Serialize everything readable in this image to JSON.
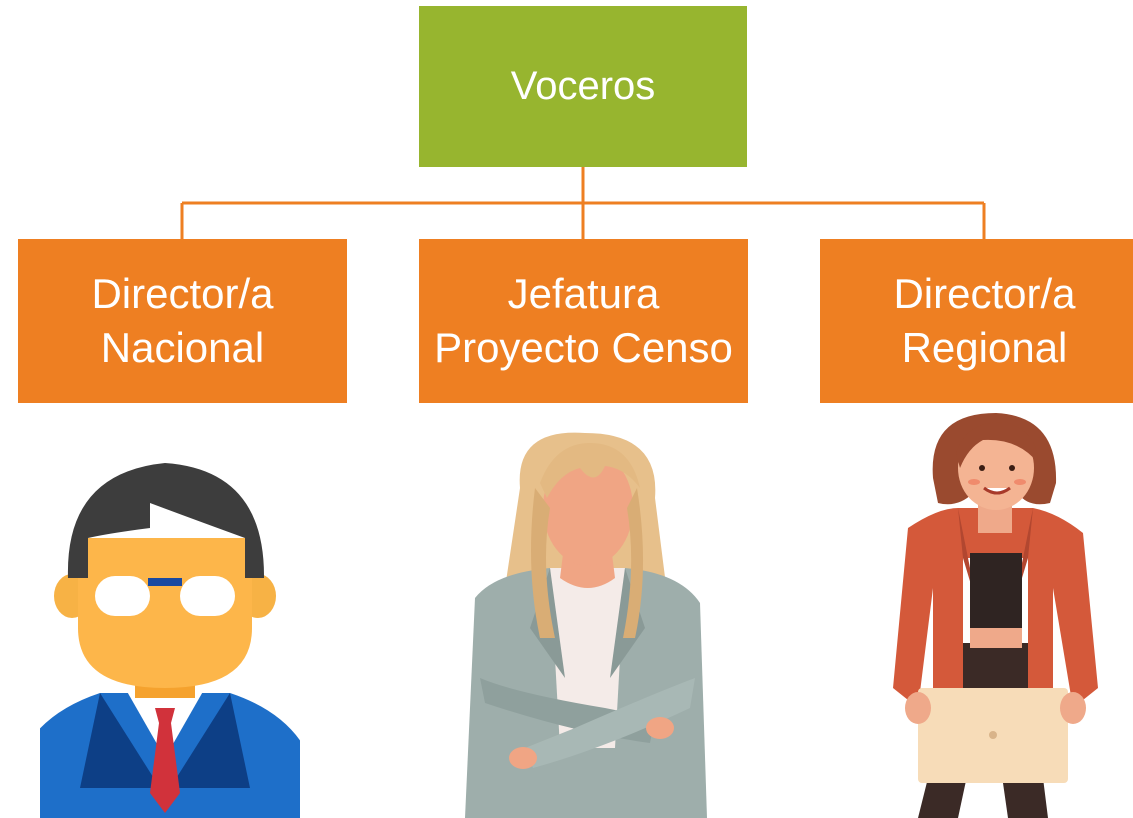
{
  "diagram": {
    "root": {
      "label": "Voceros"
    },
    "children": [
      {
        "line1": "Director/a",
        "line2": "Nacional"
      },
      {
        "line1": "Jefatura",
        "line2": "Proyecto Censo"
      },
      {
        "line1": "Director/a",
        "line2": "Regional"
      }
    ]
  },
  "colors": {
    "root_fill": "#97b52f",
    "child_fill": "#ee7f22",
    "connector": "#ee7f22"
  },
  "figures": [
    "man-in-suit-avatar",
    "blonde-woman-arms-crossed",
    "woman-with-folder"
  ]
}
